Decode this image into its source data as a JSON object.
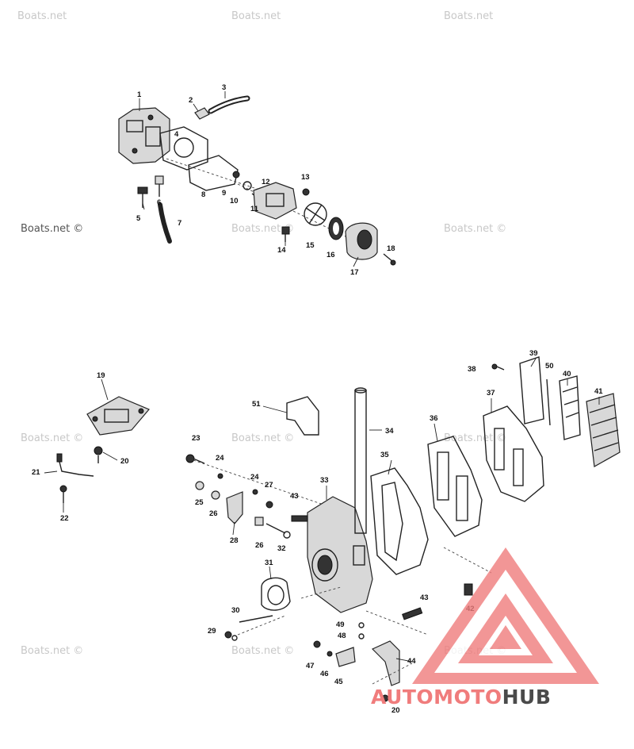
{
  "watermark": {
    "text": "Boats.net ©",
    "text_short": "Boats.net",
    "color": "#c8c8c8"
  },
  "logo": {
    "word_a": "AUTOMOTO",
    "word_b": "HUB",
    "accent_color": "#f07c7c",
    "dark_color": "#4a4a4a"
  },
  "callouts": [
    "1",
    "2",
    "3",
    "4",
    "5",
    "6",
    "7",
    "8",
    "9",
    "10",
    "11",
    "12",
    "13",
    "14",
    "15",
    "16",
    "17",
    "18",
    "19",
    "20",
    "21",
    "22",
    "23",
    "24",
    "25",
    "26",
    "27",
    "28",
    "29",
    "30",
    "31",
    "32",
    "33",
    "34",
    "35",
    "36",
    "37",
    "38",
    "39",
    "40",
    "41",
    "42",
    "43",
    "44",
    "45",
    "46",
    "47",
    "48",
    "49",
    "50",
    "51"
  ]
}
